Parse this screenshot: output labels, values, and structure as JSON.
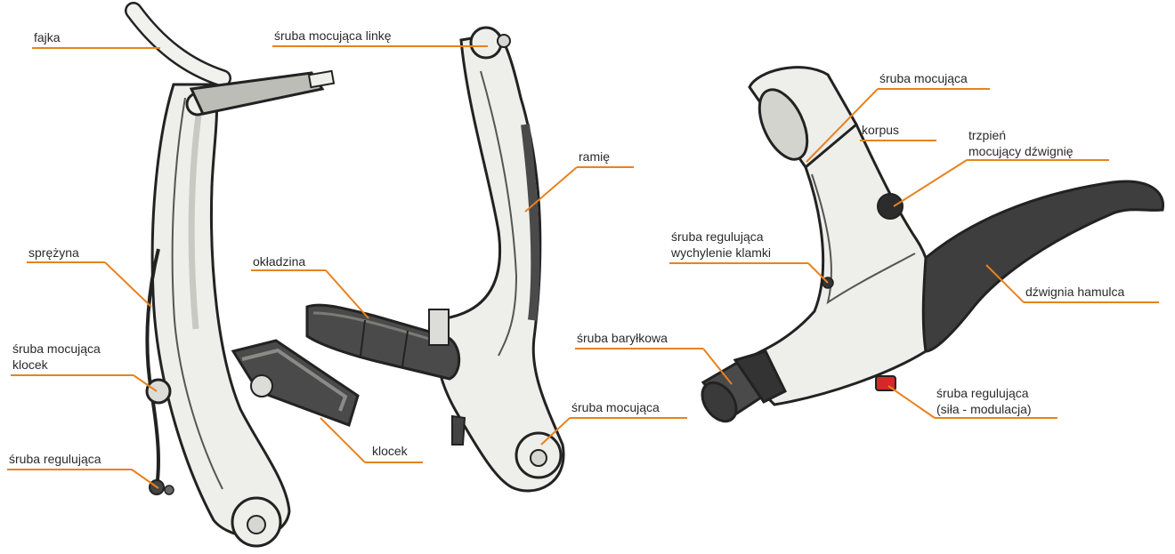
{
  "labels": {
    "fajka": "fajka",
    "sruba_mocujaca_linke": "śruba mocująca linkę",
    "ramie": "ramię",
    "sprezyna": "sprężyna",
    "okladzina": "okładzina",
    "sruba_mocujaca_klocek_1": "śruba mocująca",
    "sruba_mocujaca_klocek_2": "klocek",
    "klocek": "klocek",
    "sruba_mocujaca_dolna": "śruba mocująca",
    "sruba_regulujaca": "śruba regulująca",
    "sruba_mocujaca_klamki": "śruba mocująca",
    "korpus": "korpus",
    "trzpien_1": "trzpień",
    "trzpien_2": "mocujący dźwignię",
    "sruba_regulujaca_wychylenie_1": "śruba regulująca",
    "sruba_regulujaca_wychylenie_2": "wychylenie klamki",
    "dzwignia_hamulca": "dźwignia hamulca",
    "sruba_barylkowa": "śruba baryłkowa",
    "sruba_regulujaca_sila_1": "śruba regulująca",
    "sruba_regulujaca_sila_2": "(siła - modulacja)"
  },
  "colors": {
    "leader": "#e8821e",
    "outline": "#222222",
    "metal": "#eeeeea",
    "metal_shadow": "#c9c9c4",
    "pad": "#4a4a4a",
    "adjuster_red": "#d9262b"
  }
}
